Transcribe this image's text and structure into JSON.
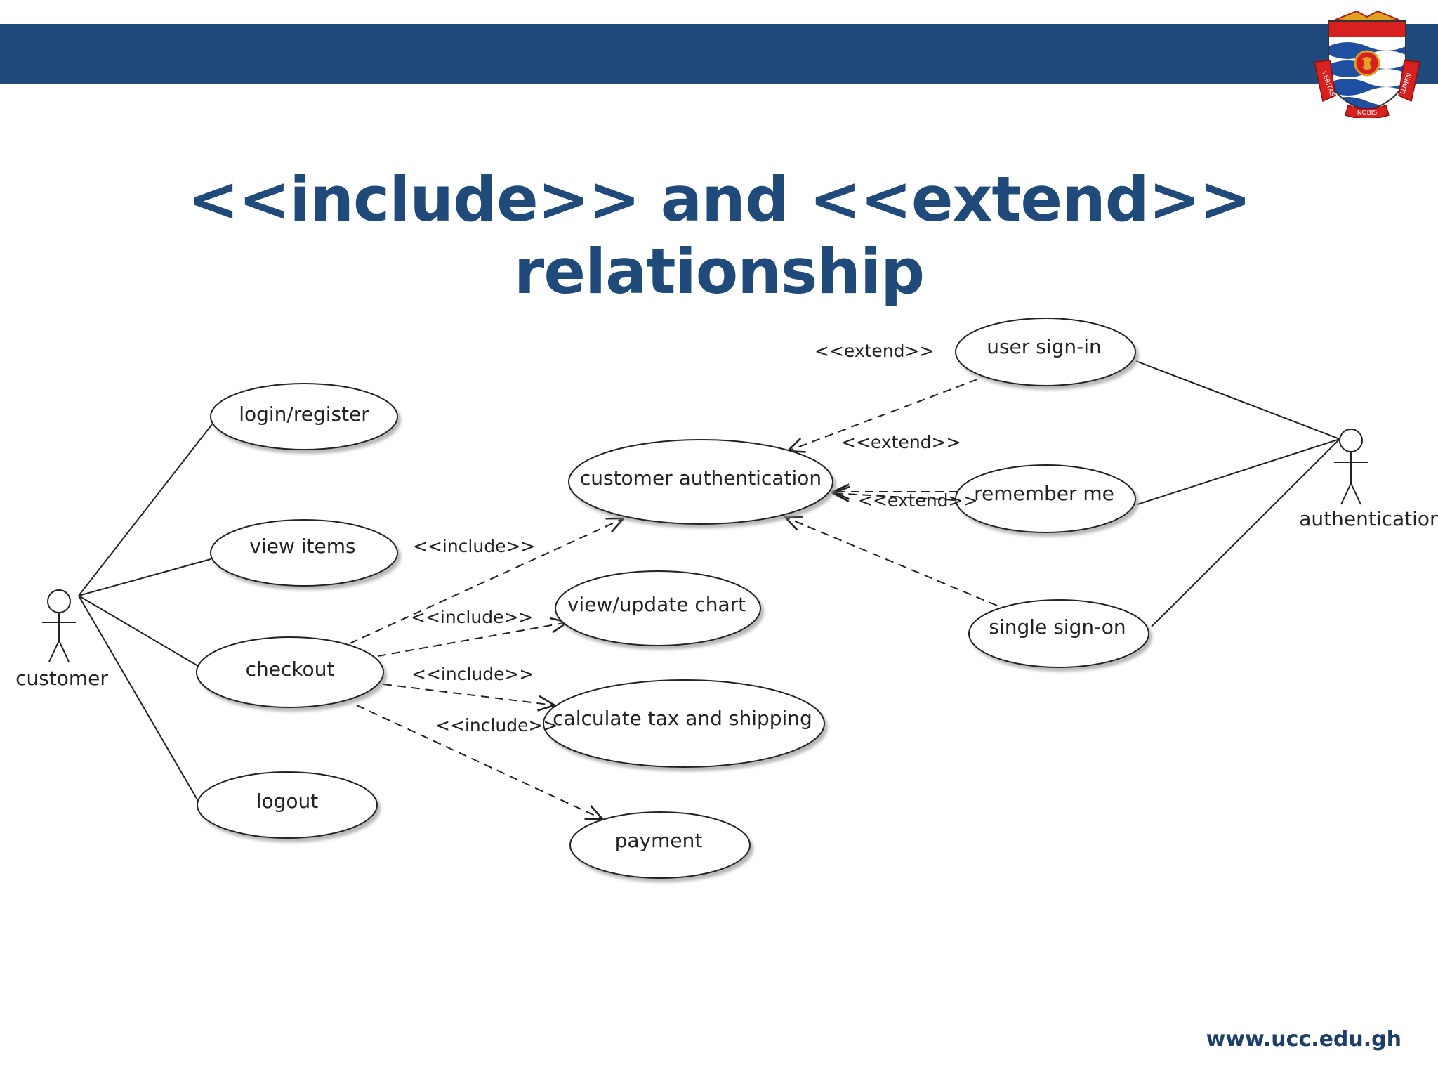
{
  "title": "<<include>> and <<extend>> relationship",
  "footer_url": "www.ucc.edu.gh",
  "colors": {
    "band": "#214a7c",
    "title": "#1f4a7a",
    "footer": "#1f3f6b",
    "line": "#222222"
  },
  "crest": {
    "left_text": "VERITAS",
    "center_text": "NOBIS",
    "right_text": "LUMEN"
  },
  "diagram": {
    "actors": [
      {
        "id": "customer",
        "label": "customer"
      },
      {
        "id": "authentication",
        "label": "authentication"
      }
    ],
    "use_cases": [
      {
        "id": "login",
        "label": "login/register"
      },
      {
        "id": "view_items",
        "label": "view items"
      },
      {
        "id": "checkout",
        "label": "checkout"
      },
      {
        "id": "logout",
        "label": "logout"
      },
      {
        "id": "cust_auth",
        "label": "customer authentication"
      },
      {
        "id": "view_update",
        "label": "view/update chart"
      },
      {
        "id": "calc_tax",
        "label": "calculate tax and shipping"
      },
      {
        "id": "payment",
        "label": "payment"
      },
      {
        "id": "user_signin",
        "label": "user sign-in"
      },
      {
        "id": "remember_me",
        "label": "remember me"
      },
      {
        "id": "sso",
        "label": "single sign-on"
      }
    ],
    "relationships": [
      {
        "from": "checkout",
        "to": "cust_auth",
        "label": "<<include>>"
      },
      {
        "from": "checkout",
        "to": "view_update",
        "label": "<<include>>"
      },
      {
        "from": "checkout",
        "to": "calc_tax",
        "label": "<<include>>"
      },
      {
        "from": "checkout",
        "to": "payment",
        "label": "<<include>>"
      },
      {
        "from": "user_signin",
        "to": "cust_auth",
        "label": "<<extend>>"
      },
      {
        "from": "remember_me",
        "to": "cust_auth",
        "label": "<<extend>>"
      },
      {
        "from": "remember_me",
        "to": "cust_auth",
        "label": "<<extend>>"
      },
      {
        "from": "sso",
        "to": "cust_auth",
        "label": ""
      }
    ],
    "associations": [
      {
        "actor": "customer",
        "use_case": "login"
      },
      {
        "actor": "customer",
        "use_case": "view_items"
      },
      {
        "actor": "customer",
        "use_case": "checkout"
      },
      {
        "actor": "customer",
        "use_case": "logout"
      },
      {
        "actor": "authentication",
        "use_case": "user_signin"
      },
      {
        "actor": "authentication",
        "use_case": "remember_me"
      },
      {
        "actor": "authentication",
        "use_case": "sso"
      }
    ]
  }
}
